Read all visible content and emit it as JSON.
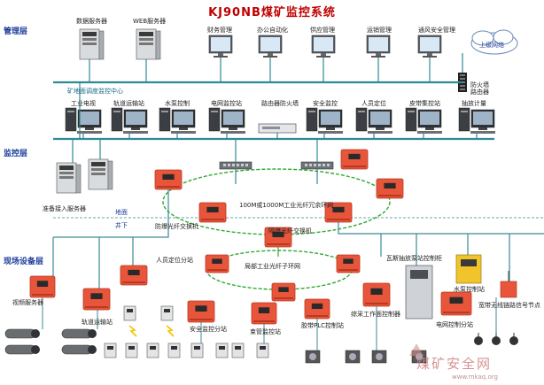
{
  "title": "KJ90NB煤矿监控系统",
  "layers": {
    "management": "管理层",
    "monitoring": "监控层",
    "field": "现场设备层"
  },
  "management": {
    "servers": [
      "数据服务器",
      "WEB服务器"
    ],
    "workstations": [
      "财务管理",
      "办公自动化",
      "供应管理",
      "运销管理",
      "通风安全管理"
    ],
    "cloud": "上级网络",
    "firewall_router": "防火墙\n路由器",
    "control_center": "矿地面调度监控中心"
  },
  "monitoring": {
    "workstations": [
      "工业电视",
      "轨道运输站",
      "水泵控制",
      "电网监控站",
      "路由器防火墙",
      "安全监控",
      "人员定位",
      "皮带集控站",
      "抽放计量"
    ],
    "backup_server": "准备接入服务器",
    "ground": "地面",
    "underground": "井下"
  },
  "field": {
    "backbone_ring": "100M或1000M工业光纤冗余环网",
    "explosion_switch": "防爆光纤交换机",
    "explosion_switch2": "隔爆光纤交换机",
    "sub_ring": "局部工业光纤子环网",
    "labels": {
      "video_server": "视频服务器",
      "personnel_sub": "人员定位分站",
      "rail_sub": "轨道运输站",
      "safety_sub": "安全监控分站",
      "belt_sub": "束管监控站",
      "gas_sub": "瓦斯抽放泵站控制柜",
      "comprehensive": "综采工作面控制器",
      "pump_control": "水泵控制站",
      "power_sub": "电网控制分站",
      "plc_sub": "胶带PLC控制站",
      "wireless": "宽带无线链路信号节点"
    }
  },
  "watermark": {
    "text": "煤矿安全网",
    "url": "www.mkaq.org"
  },
  "colors": {
    "title": "#c00000",
    "layer": "#1a3a9a",
    "bus": "#2f8a97",
    "field_line": "#3a8a95",
    "ring": "#2faa2f",
    "orange": "#e8553a",
    "orange_dark": "#b83a22"
  }
}
